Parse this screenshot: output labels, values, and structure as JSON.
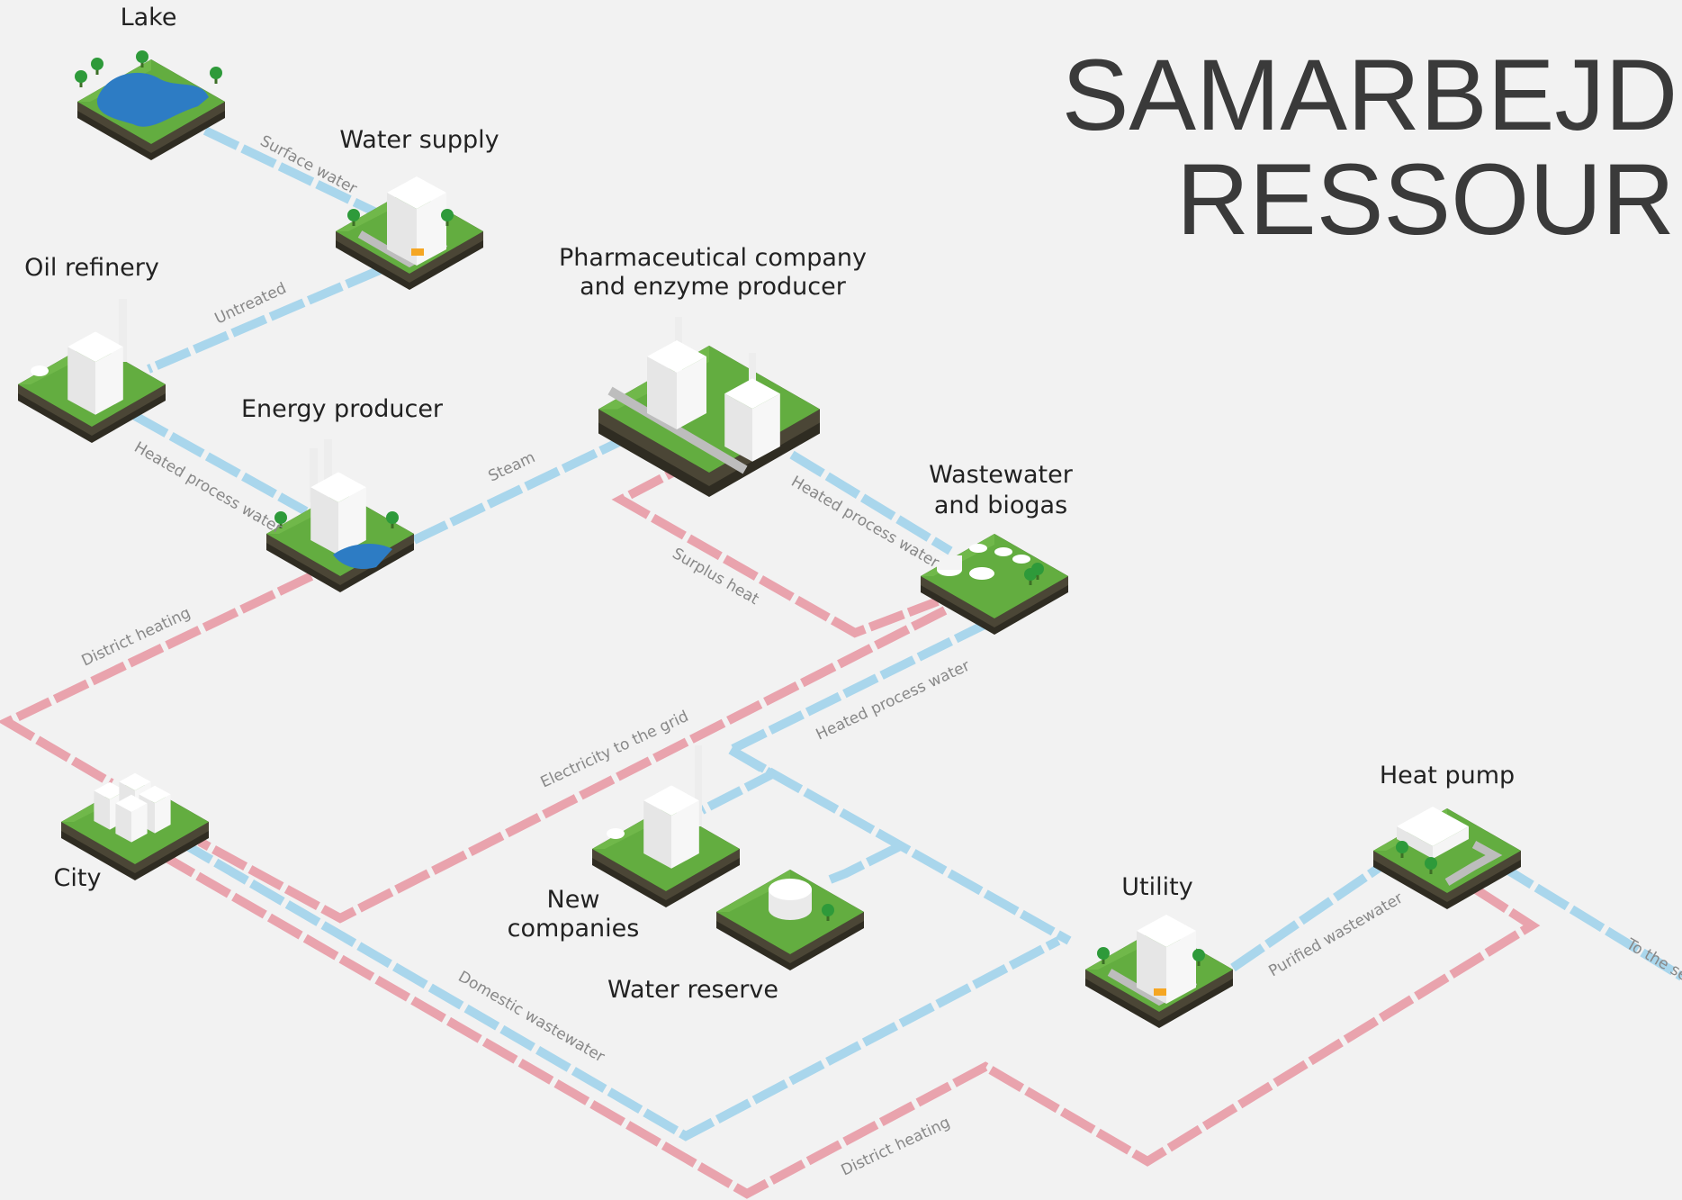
{
  "title": {
    "line1": "SAMARBEJDE",
    "line2": "RESSOUR"
  },
  "nodes": {
    "lake": "Lake",
    "water_supply": "Water supply",
    "oil_refinery": "Oil refinery",
    "pharma_line1": "Pharmaceutical company",
    "pharma_line2": "and enzyme producer",
    "energy": "Energy producer",
    "wastewater_line1": "Wastewater",
    "wastewater_line2": "and biogas",
    "city": "City",
    "new_companies_line1": "New",
    "new_companies_line2": "companies",
    "water_reserve": "Water reserve",
    "utility": "Utility",
    "heat_pump": "Heat pump"
  },
  "flows": {
    "surface_water": "Surface water",
    "untreated": "Untreated",
    "heated_process_water_1": "Heated process water",
    "steam": "Steam",
    "heated_process_water_2": "Heated process water",
    "surplus_heat": "Surplus heat",
    "district_heating_1": "District heating",
    "heated_process_water_3": "Heated process water",
    "electricity": "Electricity to the grid",
    "domestic_wastewater": "Domestic wastewater",
    "district_heating_2": "District heating",
    "purified_wastewater": "Purified wastewater",
    "to_the_sea": "To the sea"
  },
  "colors": {
    "water_pipe": "#a9d6ec",
    "heat_pipe": "#e9a3ad",
    "grass": "#5aa33c",
    "soil": "#3d3a2e",
    "lake_water": "#2d7cc4",
    "title": "#3a3a3a"
  }
}
